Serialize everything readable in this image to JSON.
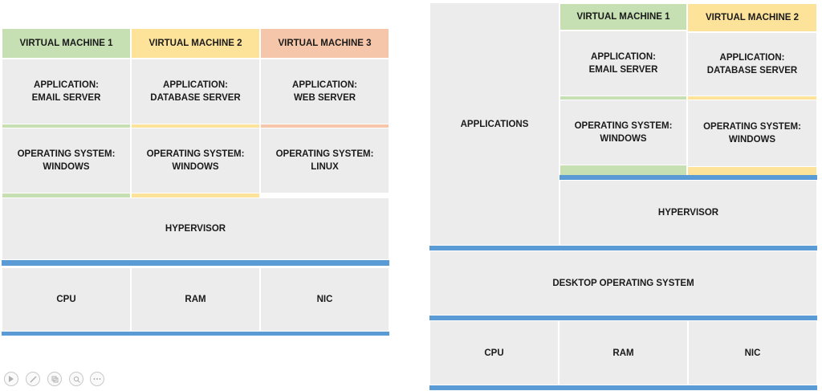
{
  "left_diagram": {
    "vm_headers": [
      "VIRTUAL MACHINE 1",
      "VIRTUAL MACHINE 2",
      "VIRTUAL MACHINE 3"
    ],
    "applications": [
      [
        "APPLICATION:",
        "EMAIL SERVER"
      ],
      [
        "APPLICATION:",
        "DATABASE SERVER"
      ],
      [
        "APPLICATION:",
        "WEB SERVER"
      ]
    ],
    "operating_systems": [
      [
        "OPERATING SYSTEM:",
        "WINDOWS"
      ],
      [
        "OPERATING SYSTEM:",
        "WINDOWS"
      ],
      [
        "OPERATING SYSTEM:",
        "LINUX"
      ]
    ],
    "hypervisor": "HYPERVISOR",
    "hardware": [
      "CPU",
      "RAM",
      "NIC"
    ]
  },
  "right_diagram": {
    "applications": "APPLICATIONS",
    "vm_headers": [
      "VIRTUAL MACHINE 1",
      "VIRTUAL MACHINE 2"
    ],
    "vm_applications": [
      [
        "APPLICATION:",
        "EMAIL SERVER"
      ],
      [
        "APPLICATION:",
        "DATABASE SERVER"
      ]
    ],
    "vm_operating_systems": [
      [
        "OPERATING SYSTEM:",
        "WINDOWS"
      ],
      [
        "OPERATING SYSTEM:",
        "WINDOWS"
      ]
    ],
    "hypervisor": "HYPERVISOR",
    "desktop_os": "DESKTOP OPERATING SYSTEM",
    "hardware": [
      "CPU",
      "RAM",
      "NIC"
    ]
  },
  "colors": {
    "vm1": "#c6e0b4",
    "vm2": "#fde39a",
    "vm3": "#f5c6a9",
    "cell": "#ececec",
    "bar": "#5b9bd5"
  },
  "controls": {
    "icons": [
      "play-icon",
      "pen-icon",
      "copy-icon",
      "zoom-icon",
      "more-icon"
    ]
  }
}
